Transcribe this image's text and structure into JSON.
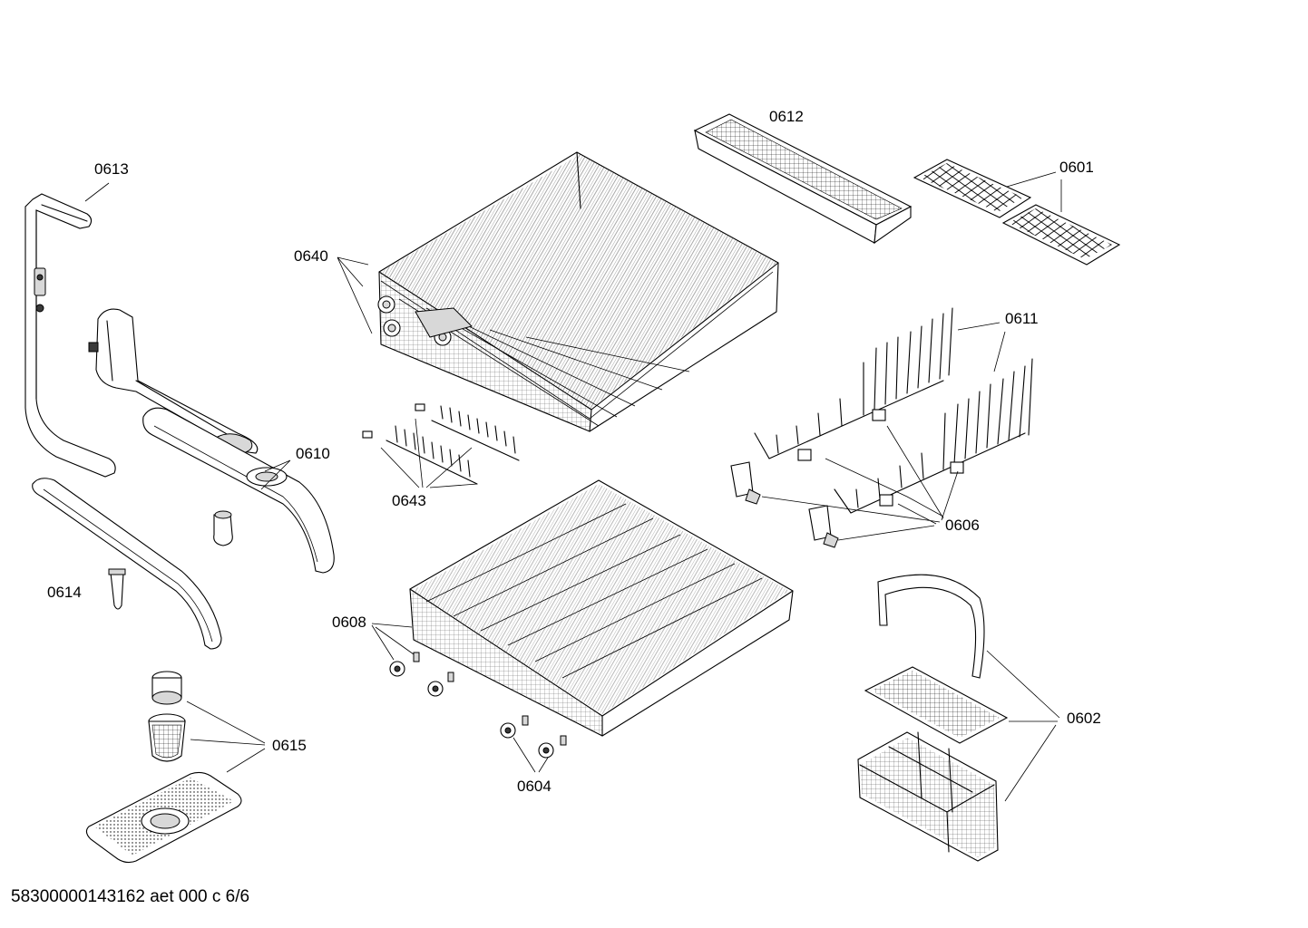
{
  "labels": {
    "p0613": "0613",
    "p0640": "0640",
    "p0612": "0612",
    "p0601": "0601",
    "p0611": "0611",
    "p0610": "0610",
    "p0643": "0643",
    "p0606": "0606",
    "p0614": "0614",
    "p0608": "0608",
    "p0602": "0602",
    "p0615": "0615",
    "p0604": "0604"
  },
  "footer": {
    "drawing_id": "58300000143162 aet 000 c 6/6"
  }
}
